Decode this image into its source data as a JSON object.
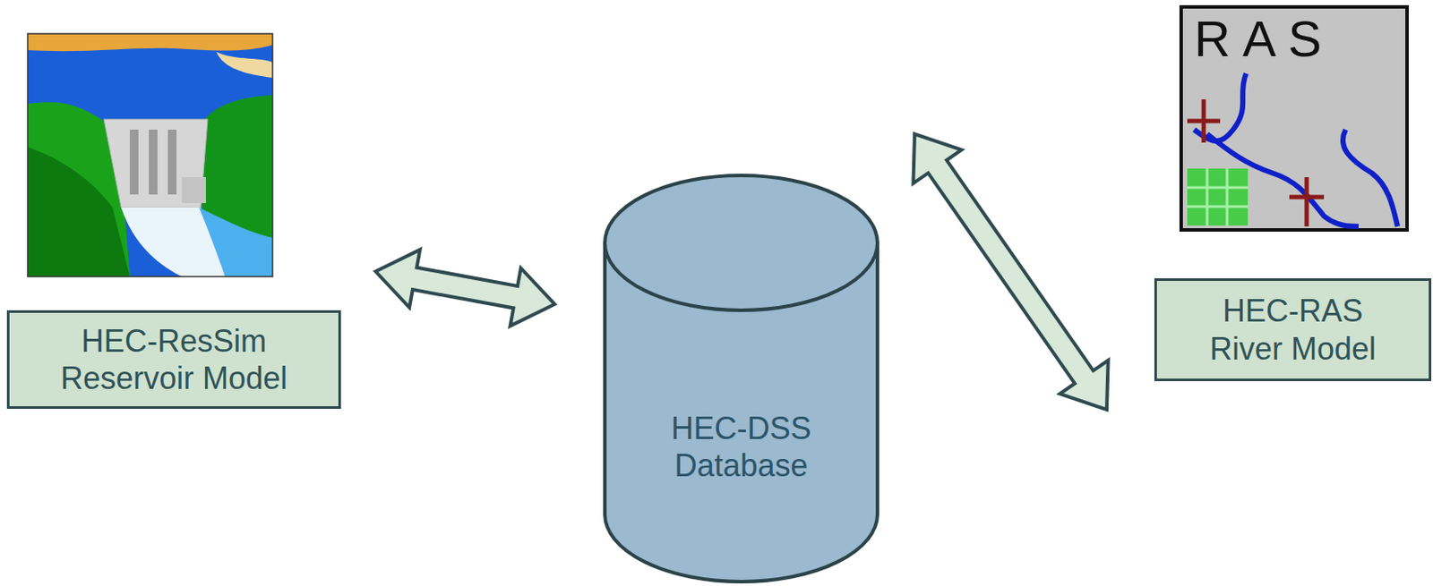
{
  "diagram": {
    "nodes": [
      {
        "text": [
          "HEC-ResSim Reservoir Model"
        ]
      },
      {
        "text": [
          "HEC-DSS Database"
        ]
      },
      {
        "text": [
          "HEC-RAS River Model"
        ]
      }
    ],
    "edges": [
      {
        "from": 0,
        "to": 1,
        "arrow": "both"
      },
      {
        "from": 1,
        "to": 2,
        "arrow": "both"
      }
    ],
    "labels": [
      "RAS"
    ]
  }
}
